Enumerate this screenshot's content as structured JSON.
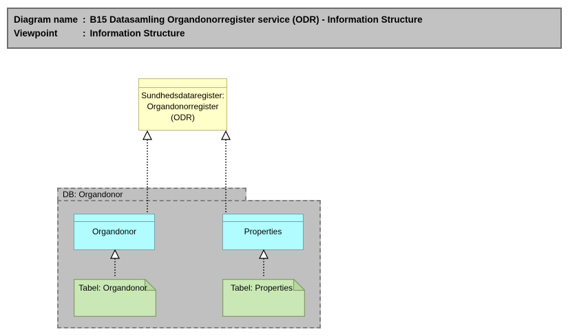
{
  "title_bar": {
    "rows": [
      {
        "label": "Diagram name",
        "colon": ":",
        "value": "B15 Datasamling Organdonorregister service (ODR) - Information Structure"
      },
      {
        "label": "Viewpoint",
        "colon": ":",
        "value": "Information Structure"
      }
    ]
  },
  "diagram": {
    "service_node": {
      "label": "Sundhedsdataregister:\nOrgandonorregister\n(ODR)"
    },
    "group": {
      "label": "DB: Organdonor",
      "objects": [
        {
          "label": "Organdonor"
        },
        {
          "label": "Properties"
        }
      ],
      "tables": [
        {
          "label": "Tabel: Organdonor"
        },
        {
          "label": "Tabel: Properties"
        }
      ]
    },
    "relationships": [
      {
        "type": "realization",
        "from": "Organdonor",
        "to": "Sundhedsdataregister: Organdonorregister (ODR)"
      },
      {
        "type": "realization",
        "from": "Properties",
        "to": "Sundhedsdataregister: Organdonorregister (ODR)"
      },
      {
        "type": "realization",
        "from": "Tabel: Organdonor",
        "to": "Organdonor"
      },
      {
        "type": "realization",
        "from": "Tabel: Properties",
        "to": "Properties"
      }
    ],
    "colors": {
      "title_fill": "#C2C2C2",
      "title_border": "#6D6D6D",
      "group_fill": "#C0C0C0",
      "group_border": "#818181",
      "service_fill": "#FFFFC9",
      "service_border": "#B9B973",
      "object_fill": "#B0FCFF",
      "object_border": "#73A4AC",
      "table_fill": "#CAE8B6",
      "table_fold_fill": "#B7D9A0",
      "table_border": "#849B6F",
      "connector": "#000000"
    }
  }
}
